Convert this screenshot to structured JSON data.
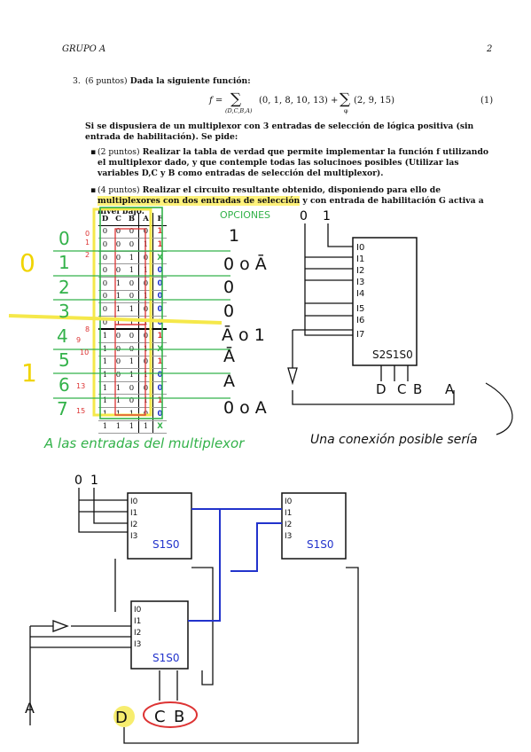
{
  "header": {
    "group": "GRUPO A",
    "page": "2"
  },
  "exercise": {
    "number": "3.",
    "points": "(6 puntos)",
    "title": "Dada la siguiente función:",
    "formula": {
      "lhs": "f =",
      "sum1_sub": "(D,C,B,A)",
      "sum1_terms": "(0, 1, 8, 10, 13)",
      "plus": "+",
      "sum2_sub": "φ",
      "sum2_terms": "(2, 9, 15)",
      "eq_number": "(1)"
    },
    "paragraph": "Si se dispusiera de un multiplexor con 3 entradas de selección de lógica positiva (sin entrada de habilitación). Se pide:",
    "items": [
      {
        "points": "(2 puntos)",
        "text": "Realizar la tabla de verdad que permite implementar la función f utilizando el multiplexor dado, y que contemple todas las solucinoes posibles (Utilizar las variables D,C y B como entradas de selección del multiplexor)."
      },
      {
        "points": "(4 puntos)",
        "text_before": "Realizar el circuito resultante obtenido, disponiendo para ello de ",
        "highlight": "multiplexores con dos entradas de selección",
        "text_after": " y con entrada de habilitación G activa a nivel bajo."
      }
    ]
  },
  "truth_table": {
    "headers": [
      "D",
      "C",
      "B",
      "A",
      "F"
    ],
    "rows": [
      [
        "0",
        "0",
        "0",
        "0",
        "1"
      ],
      [
        "0",
        "0",
        "0",
        "1",
        "1"
      ],
      [
        "0",
        "0",
        "1",
        "0",
        "X"
      ],
      [
        "0",
        "0",
        "1",
        "1",
        "0"
      ],
      [
        "0",
        "1",
        "0",
        "0",
        "0"
      ],
      [
        "0",
        "1",
        "0",
        "1",
        "0"
      ],
      [
        "0",
        "1",
        "1",
        "0",
        "0"
      ],
      [
        "0",
        "1",
        "1",
        "1",
        "0"
      ],
      [
        "1",
        "0",
        "0",
        "0",
        "1"
      ],
      [
        "1",
        "0",
        "0",
        "1",
        "X"
      ],
      [
        "1",
        "0",
        "1",
        "0",
        "1"
      ],
      [
        "1",
        "0",
        "1",
        "1",
        "0"
      ],
      [
        "1",
        "1",
        "0",
        "0",
        "0"
      ],
      [
        "1",
        "1",
        "0",
        "1",
        "1"
      ],
      [
        "1",
        "1",
        "1",
        "0",
        "0"
      ],
      [
        "1",
        "1",
        "1",
        "1",
        "X"
      ]
    ]
  },
  "handwriting": {
    "opciones": "OPCIONES",
    "options": [
      "1",
      "0 o Ā",
      "0",
      "0",
      "Ā o 1",
      "Ā",
      "A",
      "0 o A"
    ],
    "row_groups": [
      "0",
      "1",
      "2",
      "3",
      "4",
      "5",
      "6",
      "7"
    ],
    "minterms_left": [
      "0",
      "1",
      "2",
      "8",
      "9",
      "10",
      "13",
      "15"
    ],
    "big_d": [
      "0",
      "1"
    ],
    "bottom_note": "A las entradas del multiplexor",
    "right_note": "Una conexión posible sería",
    "mux8_inputs": [
      "I0",
      "I1",
      "I2",
      "I3",
      "I4",
      "I5",
      "I6",
      "I7"
    ],
    "mux8_select": "S2S1S0",
    "mux8_vars": [
      "D",
      "C",
      "B",
      "A"
    ],
    "mux4_inputs": [
      "I0",
      "I1",
      "I2",
      "I3"
    ],
    "mux4_select": "S1S0",
    "const_inputs": [
      "0",
      "1"
    ],
    "bottom_vars": [
      "A",
      "D",
      "C",
      "B"
    ]
  }
}
